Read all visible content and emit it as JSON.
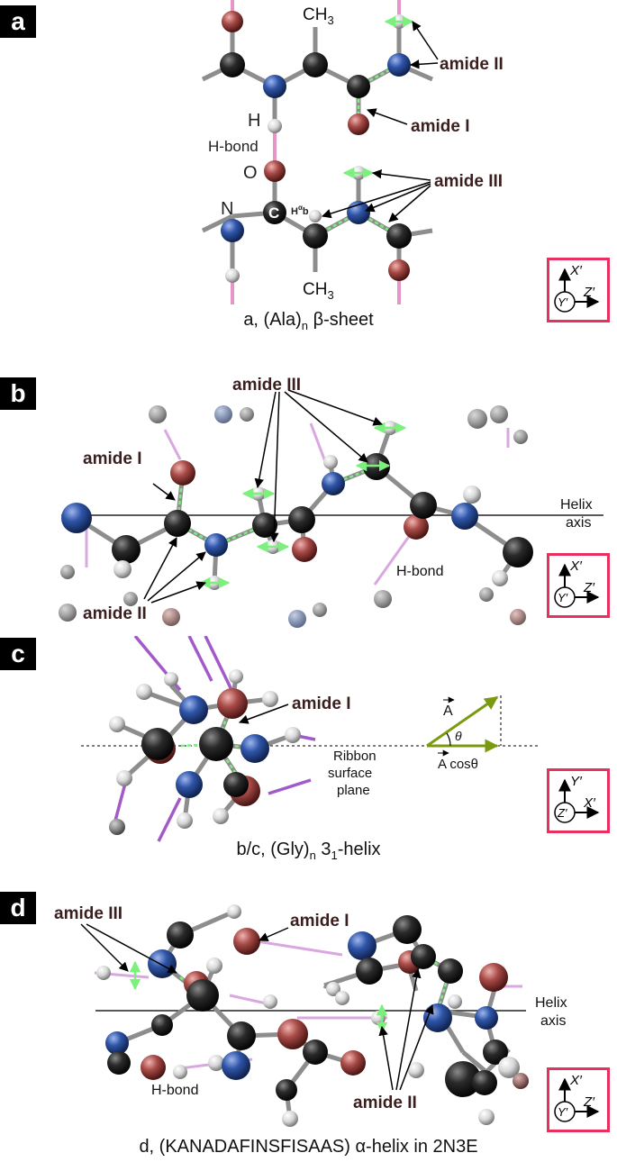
{
  "panels": [
    {
      "id": "a",
      "caption_prefix": "a, (Ala)",
      "caption_sub": "n",
      "caption_suffix": " β-sheet",
      "labels": {
        "amide_ii": "amide II",
        "amide_i": "amide I",
        "amide_iii": "amide III",
        "ch3": "CH",
        "ch3_sub": "3",
        "h": "H",
        "hbond": "H-bond",
        "o": "O",
        "n": "N",
        "c": "C",
        "halpha_b": "H",
        "halpha_sup": "α",
        "halpha_tail": "b"
      },
      "axes": {
        "up": "X′",
        "right": "Z′",
        "center": "Y′"
      }
    },
    {
      "id": "b",
      "labels": {
        "amide_iii": "amide III",
        "amide_i": "amide I",
        "amide_ii": "amide II",
        "helix_axis_1": "Helix",
        "helix_axis_2": "axis",
        "hbond": "H-bond"
      },
      "axes": {
        "up": "X′",
        "right": "Z′",
        "center": "Y′"
      }
    },
    {
      "id": "c",
      "caption_prefix": "b/c, (Gly)",
      "caption_sub": "n",
      "caption_mid": " 3",
      "caption_sub2": "1",
      "caption_suffix": "-helix",
      "labels": {
        "amide_i": "amide I",
        "ribbon_1": "Ribbon",
        "ribbon_2": "surface",
        "ribbon_3": "plane",
        "vec_a": "A",
        "vec_acos": "A cosθ",
        "theta": "θ"
      },
      "axes": {
        "up": "Y′",
        "right": "X′",
        "center": "Z′"
      }
    },
    {
      "id": "d",
      "caption": "d, (KANADAFINSFISAAS) α-helix in 2N3E",
      "labels": {
        "amide_iii": "amide III",
        "amide_i": "amide I",
        "amide_ii": "amide II",
        "helix_axis_1": "Helix",
        "helix_axis_2": "axis",
        "hbond": "H-bond"
      },
      "axes": {
        "up": "X′",
        "right": "Z′",
        "center": "Y′"
      }
    }
  ],
  "colors": {
    "carbon": "#1b1b1b",
    "nitrogen": "#2f55a8",
    "oxygen": "#a84b48",
    "hydrogen": "#dcdcdc",
    "hbond": "#e596c6",
    "hbond_dark": "#a259c9",
    "displacement": "#7cf07c",
    "axis_frame": "#e8305f",
    "vector": "#7a9a10"
  }
}
